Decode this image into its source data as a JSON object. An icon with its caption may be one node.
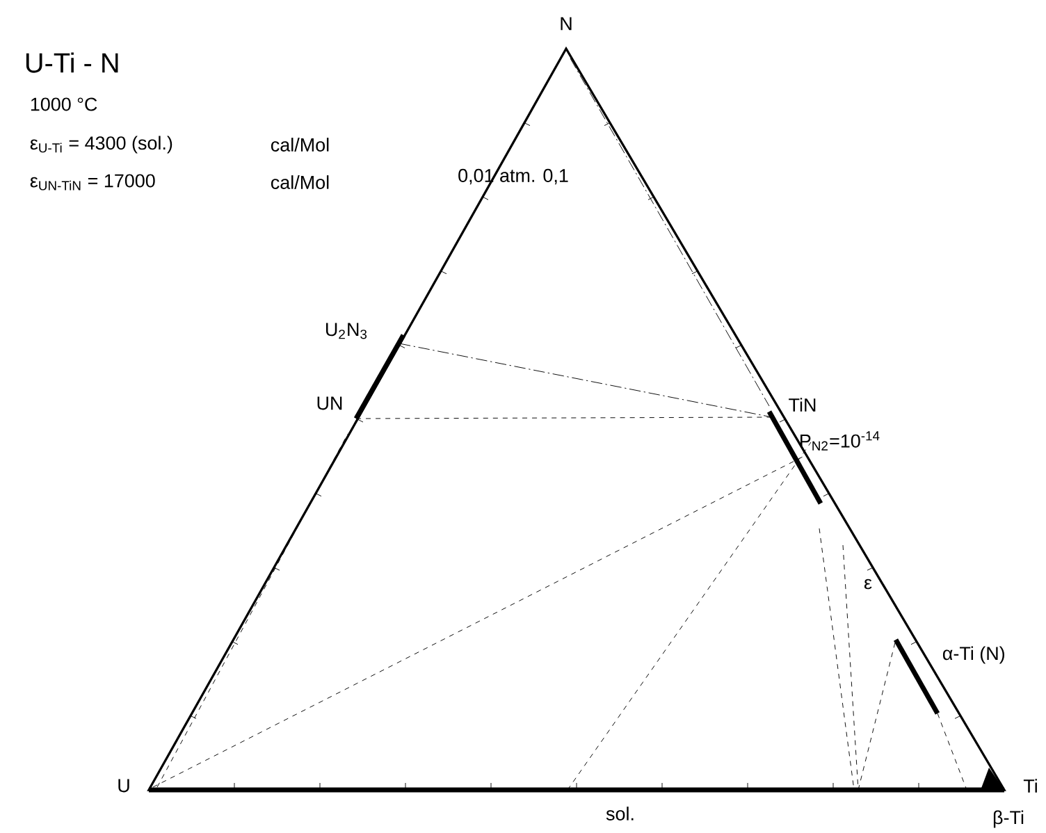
{
  "diagram": {
    "title": "U-Ti - N",
    "labels": [
      "1000 °C",
      "ε$_{U-Ti}$ = 4300 (sol.)",
      "cal/Mol",
      "ε$_{UN-TiN}$ = 17000",
      "cal/Mol",
      "N",
      "0,01 atm. 0,1",
      "U$_{2}$N$_{3}$",
      "UN",
      "TiN",
      "P$_{N2}$=10$^{-14}$",
      "ε",
      "α-Ti (N)",
      "U",
      "Ti",
      "sol.",
      "β-Ti"
    ]
  }
}
